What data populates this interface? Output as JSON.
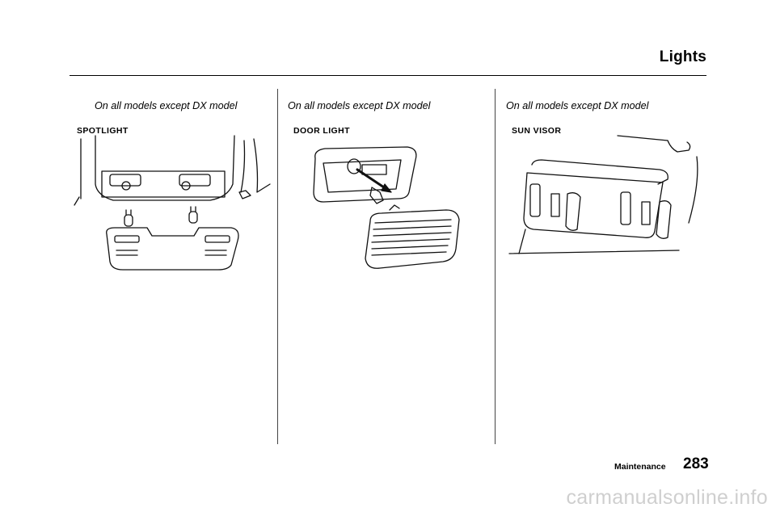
{
  "header": {
    "title": "Lights"
  },
  "columns": [
    {
      "caption": "On  all models  except DX model",
      "label": "SPOTLIGHT"
    },
    {
      "caption": "On  all models  except DX model",
      "label": "DOOR LIGHT"
    },
    {
      "caption": "On  all models  except DX model",
      "label": "SUN  VISOR"
    }
  ],
  "footer": {
    "section": "Maintenance",
    "page_number": "283"
  },
  "watermark": "carmanualsonline.info"
}
